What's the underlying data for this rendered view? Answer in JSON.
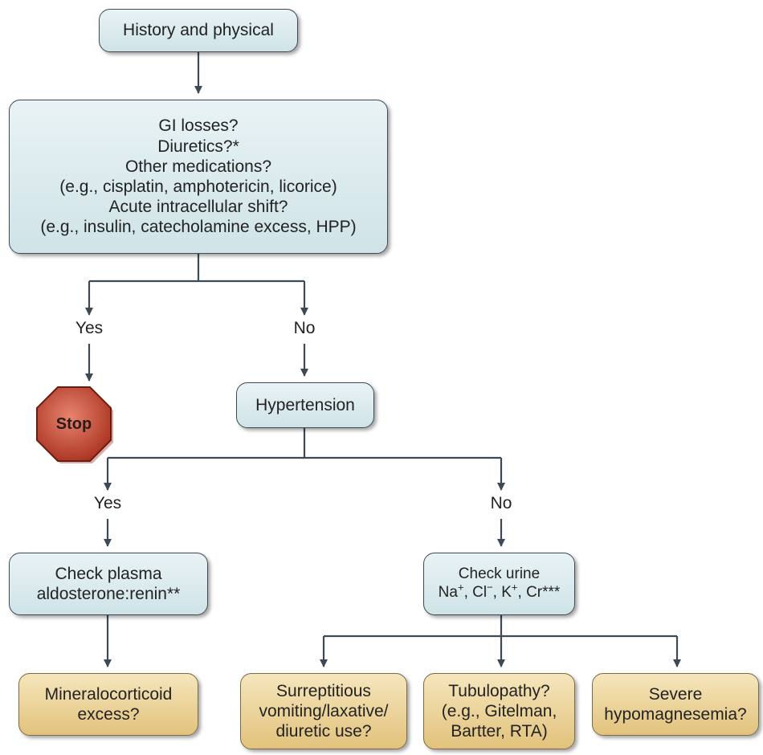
{
  "nodes": {
    "history": "History and physical",
    "question_lines": [
      "GI losses?",
      "Diuretics?*",
      "Other medications?",
      "(e.g., cisplatin, amphotericin, licorice)",
      "Acute intracellular shift?",
      "(e.g., insulin, catecholamine excess, HPP)"
    ],
    "stop": "Stop",
    "hypertension": "Hypertension",
    "plasma_lines": [
      "Check plasma",
      "aldosterone:renin**"
    ],
    "urine": {
      "line1": "Check urine",
      "na": "Na",
      "na_sup": "+",
      "cl": "Cl",
      "cl_sup": "−",
      "k": "K",
      "k_sup": "+",
      "cr": "Cr***"
    },
    "mineralocorticoid_lines": [
      "Mineralocorticoid",
      "excess?"
    ],
    "surreptitious_lines": [
      "Surreptitious",
      "vomiting/laxative/",
      "diuretic use?"
    ],
    "tubulopathy_lines": [
      "Tubulopathy?",
      "(e.g., Gitelman,",
      "Bartter, RTA)"
    ],
    "hypomagnesemia_lines": [
      "Severe",
      "hypomagnesemia?"
    ]
  },
  "labels": {
    "yes_1": "Yes",
    "no_1": "No",
    "yes_2": "Yes",
    "no_2": "No"
  },
  "colors": {
    "box_blue": "#cfe3e7",
    "box_gold": "#e2c27c",
    "stop_red": "#c0392b",
    "connector": "#3d4a55"
  }
}
